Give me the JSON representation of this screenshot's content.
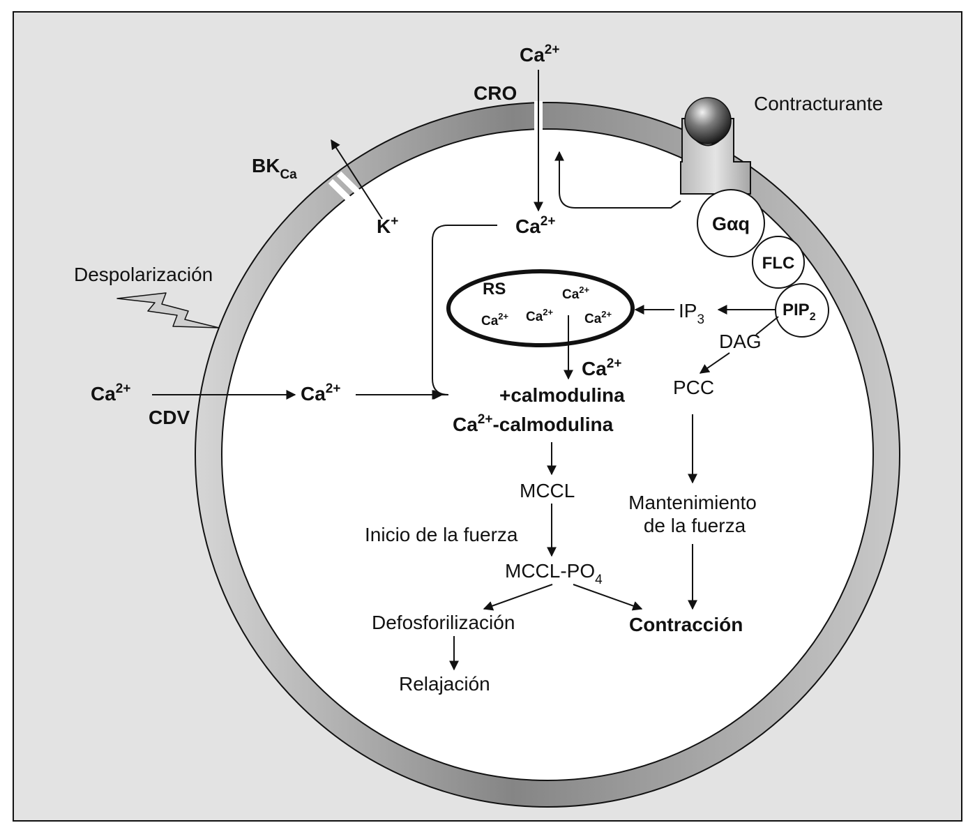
{
  "colors": {
    "background_panel": "#e3e3e3",
    "membrane": "#8f8f8f",
    "cell_interior": "#ffffff",
    "ink": "#111111"
  },
  "labels": {
    "ca_external": "Ca",
    "ca_external_sup": "2+",
    "cro": "CRO",
    "contracturante": "Contracturante",
    "bkca_main": "BK",
    "bkca_sub": "Ca",
    "k_plus_main": "K",
    "k_plus_sup": "+",
    "ca_inside_top": "Ca",
    "ca_inside_top_sup": "2+",
    "gaq": "Gαq",
    "flc": "FLC",
    "pip2_main": "PIP",
    "pip2_sub": "2",
    "despolarizacion": "Despolarización",
    "rs": "RS",
    "rs_ca_1": "Ca",
    "rs_ca_1_sup": "2+",
    "rs_ca_2": "Ca",
    "rs_ca_2_sup": "2+",
    "rs_ca_3": "Ca",
    "rs_ca_3_sup": "2+",
    "rs_ca_4": "Ca",
    "rs_ca_4_sup": "2+",
    "ip3_main": "IP",
    "ip3_sub": "3",
    "dag": "DAG",
    "pcc": "PCC",
    "ca_left_outside": "Ca",
    "ca_left_outside_sup": "2+",
    "cdv": "CDV",
    "ca_left_inside": "Ca",
    "ca_left_inside_sup": "2+",
    "ca_calmod_ca": "Ca",
    "ca_calmod_ca_sup": "2+",
    "plus_calmodulina": "+calmodulina",
    "ca_calmodulina_ca": "Ca",
    "ca_calmodulina_sup": "2+",
    "ca_calmodulina_rest": "-calmodulina",
    "mccl": "MCCL",
    "inicio_fuerza": "Inicio de la fuerza",
    "mccl_po4_main": "MCCL-PO",
    "mccl_po4_sub": "4",
    "mantenimiento_1": "Mantenimiento",
    "mantenimiento_2": "de la fuerza",
    "defosforilizacion": "Defosforilización",
    "contraccion": "Contracción",
    "relajacion": "Relajación"
  }
}
